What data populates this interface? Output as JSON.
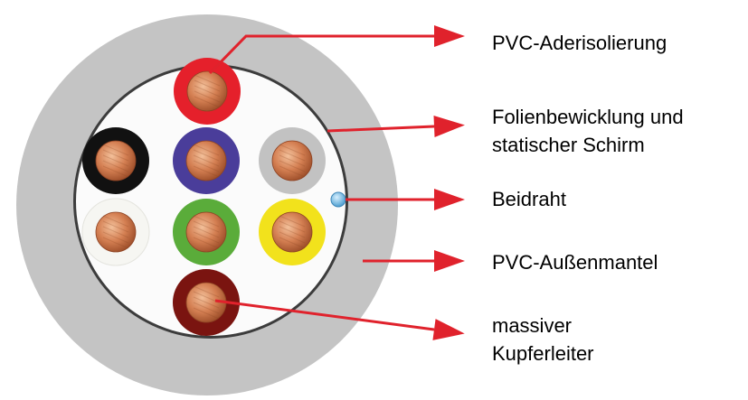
{
  "labels": {
    "insulation": "PVC-Aderisolierung",
    "foil_line1": "Folienbewicklung und",
    "foil_line2": "statischer Schirm",
    "drain_wire": "Beidraht",
    "jacket": "PVC-Außenmantel",
    "conductor_line1": "massiver",
    "conductor_line2": "Kupferleiter"
  },
  "cores": [
    {
      "name": "red",
      "color": "#e5202b"
    },
    {
      "name": "black",
      "color": "#111111"
    },
    {
      "name": "blue",
      "color": "#4a3d9a"
    },
    {
      "name": "grey",
      "color": "#c2c2c2"
    },
    {
      "name": "white",
      "color": "#f6f6f2"
    },
    {
      "name": "green",
      "color": "#5aac3a"
    },
    {
      "name": "yellow",
      "color": "#f2e21c"
    },
    {
      "name": "brown",
      "color": "#7a1410"
    }
  ],
  "colors": {
    "jacket": "#c4c4c4",
    "shield_ring": "#3c3c3c",
    "filler": "#fbfbfb",
    "copper": "#d7885e",
    "drain_wire": "#7fc4ea",
    "arrow": "#e0222c"
  }
}
